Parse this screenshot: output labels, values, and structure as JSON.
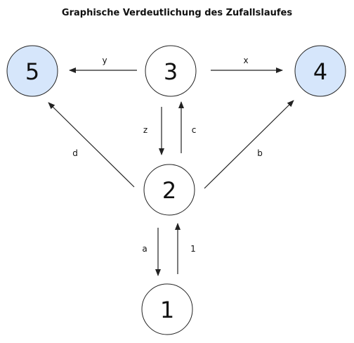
{
  "title": "Graphische Verdeutlichung des Zufallslaufes",
  "colors": {
    "node_fill": "#ffffff",
    "absorbing_fill": "#d6e6fb",
    "stroke": "#222222"
  },
  "nodes": [
    {
      "id": "n1",
      "label": "1",
      "absorbing": false
    },
    {
      "id": "n2",
      "label": "2",
      "absorbing": false
    },
    {
      "id": "n3",
      "label": "3",
      "absorbing": false
    },
    {
      "id": "n4",
      "label": "4",
      "absorbing": true
    },
    {
      "id": "n5",
      "label": "5",
      "absorbing": true
    }
  ],
  "edges": [
    {
      "from": "3",
      "to": "5",
      "label": "y"
    },
    {
      "from": "3",
      "to": "4",
      "label": "x"
    },
    {
      "from": "3",
      "to": "2",
      "label": "z"
    },
    {
      "from": "2",
      "to": "3",
      "label": "c"
    },
    {
      "from": "2",
      "to": "5",
      "label": "d"
    },
    {
      "from": "2",
      "to": "4",
      "label": "b"
    },
    {
      "from": "2",
      "to": "1",
      "label": "a"
    },
    {
      "from": "1",
      "to": "2",
      "label": "1"
    }
  ]
}
